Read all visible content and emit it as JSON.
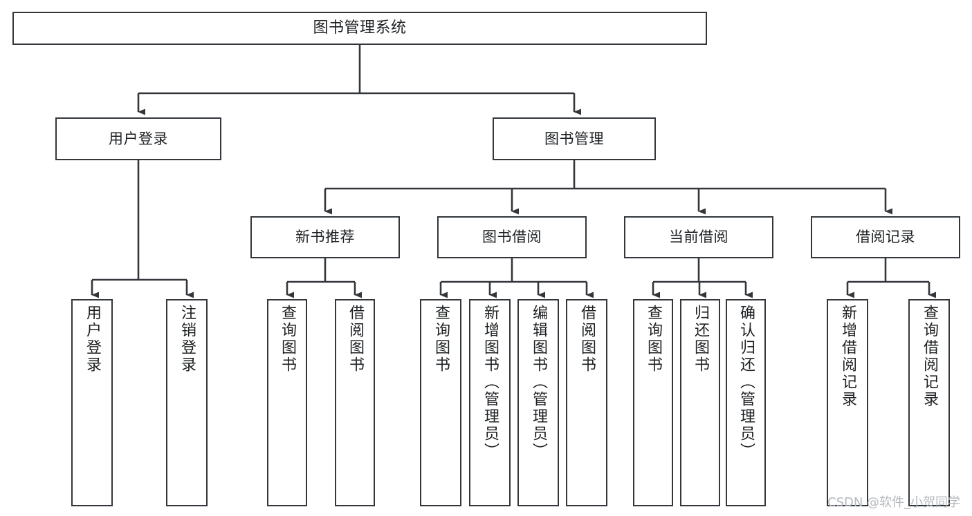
{
  "diagram": {
    "title": "图书管理系统",
    "type": "tree-hierarchy",
    "watermark": "CSDN @软件_小贺同学",
    "colors": {
      "box_border": "#33373b",
      "box_fill": "#ffffff",
      "connector": "#33373b",
      "text": "#1d2023",
      "watermark": "#b4b8bc",
      "background": "#ffffff"
    },
    "nodes": {
      "root": {
        "label": "图书管理系统"
      },
      "level2": [
        {
          "id": "user-login",
          "label": "用户登录"
        },
        {
          "id": "book-management",
          "label": "图书管理"
        }
      ],
      "level3": [
        {
          "id": "new-book-recommend",
          "label": "新书推荐"
        },
        {
          "id": "book-borrow",
          "label": "图书借阅"
        },
        {
          "id": "current-borrow",
          "label": "当前借阅"
        },
        {
          "id": "borrow-record",
          "label": "借阅记录"
        }
      ],
      "leaves": {
        "user_login": [
          {
            "id": "leaf-user-login",
            "label": "用户登录"
          },
          {
            "id": "leaf-logout-login",
            "label": "注销登录"
          }
        ],
        "new_book_recommend": [
          {
            "id": "leaf-query-book-1",
            "label": "查询图书"
          },
          {
            "id": "leaf-borrow-book-1",
            "label": "借阅图书"
          }
        ],
        "book_borrow": [
          {
            "id": "leaf-query-book-2",
            "label": "查询图书"
          },
          {
            "id": "leaf-add-book",
            "label": "新增图书（管理员）"
          },
          {
            "id": "leaf-edit-book",
            "label": "编辑图书（管理员）"
          },
          {
            "id": "leaf-borrow-book-2",
            "label": "借阅图书"
          }
        ],
        "current_borrow": [
          {
            "id": "leaf-query-book-3",
            "label": "查询图书"
          },
          {
            "id": "leaf-return-book",
            "label": "归还图书"
          },
          {
            "id": "leaf-confirm-return",
            "label": "确认归还（管理员）"
          }
        ],
        "borrow_record": [
          {
            "id": "leaf-add-borrow-record",
            "label": "新增借阅记录"
          },
          {
            "id": "leaf-query-borrow-record",
            "label": "查询借阅记录"
          }
        ]
      }
    }
  }
}
